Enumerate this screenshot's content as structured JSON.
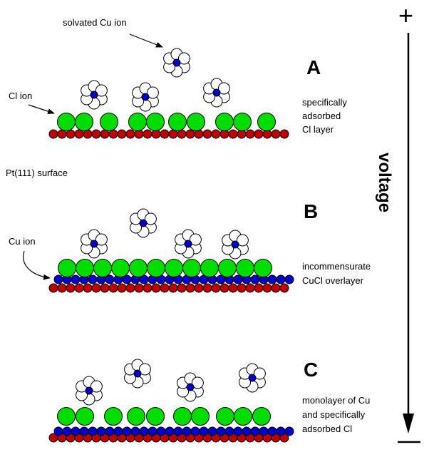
{
  "labels": {
    "solvated": "solvated Cu ion",
    "cl_ion": "Cl ion",
    "pt_surface": "Pt(111) surface",
    "cu_ion": "Cu ion"
  },
  "panels": [
    {
      "letter": "A",
      "desc": [
        "specifically",
        "adsorbed",
        "Cl layer"
      ]
    },
    {
      "letter": "B",
      "desc": [
        "incommensurate",
        "CuCl overlayer"
      ]
    },
    {
      "letter": "C",
      "desc": [
        "monolayer of Cu",
        "and specifically",
        "adsorbed Cl"
      ]
    }
  ],
  "axis": {
    "label": "voltage",
    "top_symbol": "+",
    "bottom_symbol": "—"
  },
  "colors": {
    "pt_atom": "#c00000",
    "cl_atom": "#00dd00",
    "cu_atom": "#0000cc",
    "water": "#ffffff",
    "outline": "#000000"
  }
}
